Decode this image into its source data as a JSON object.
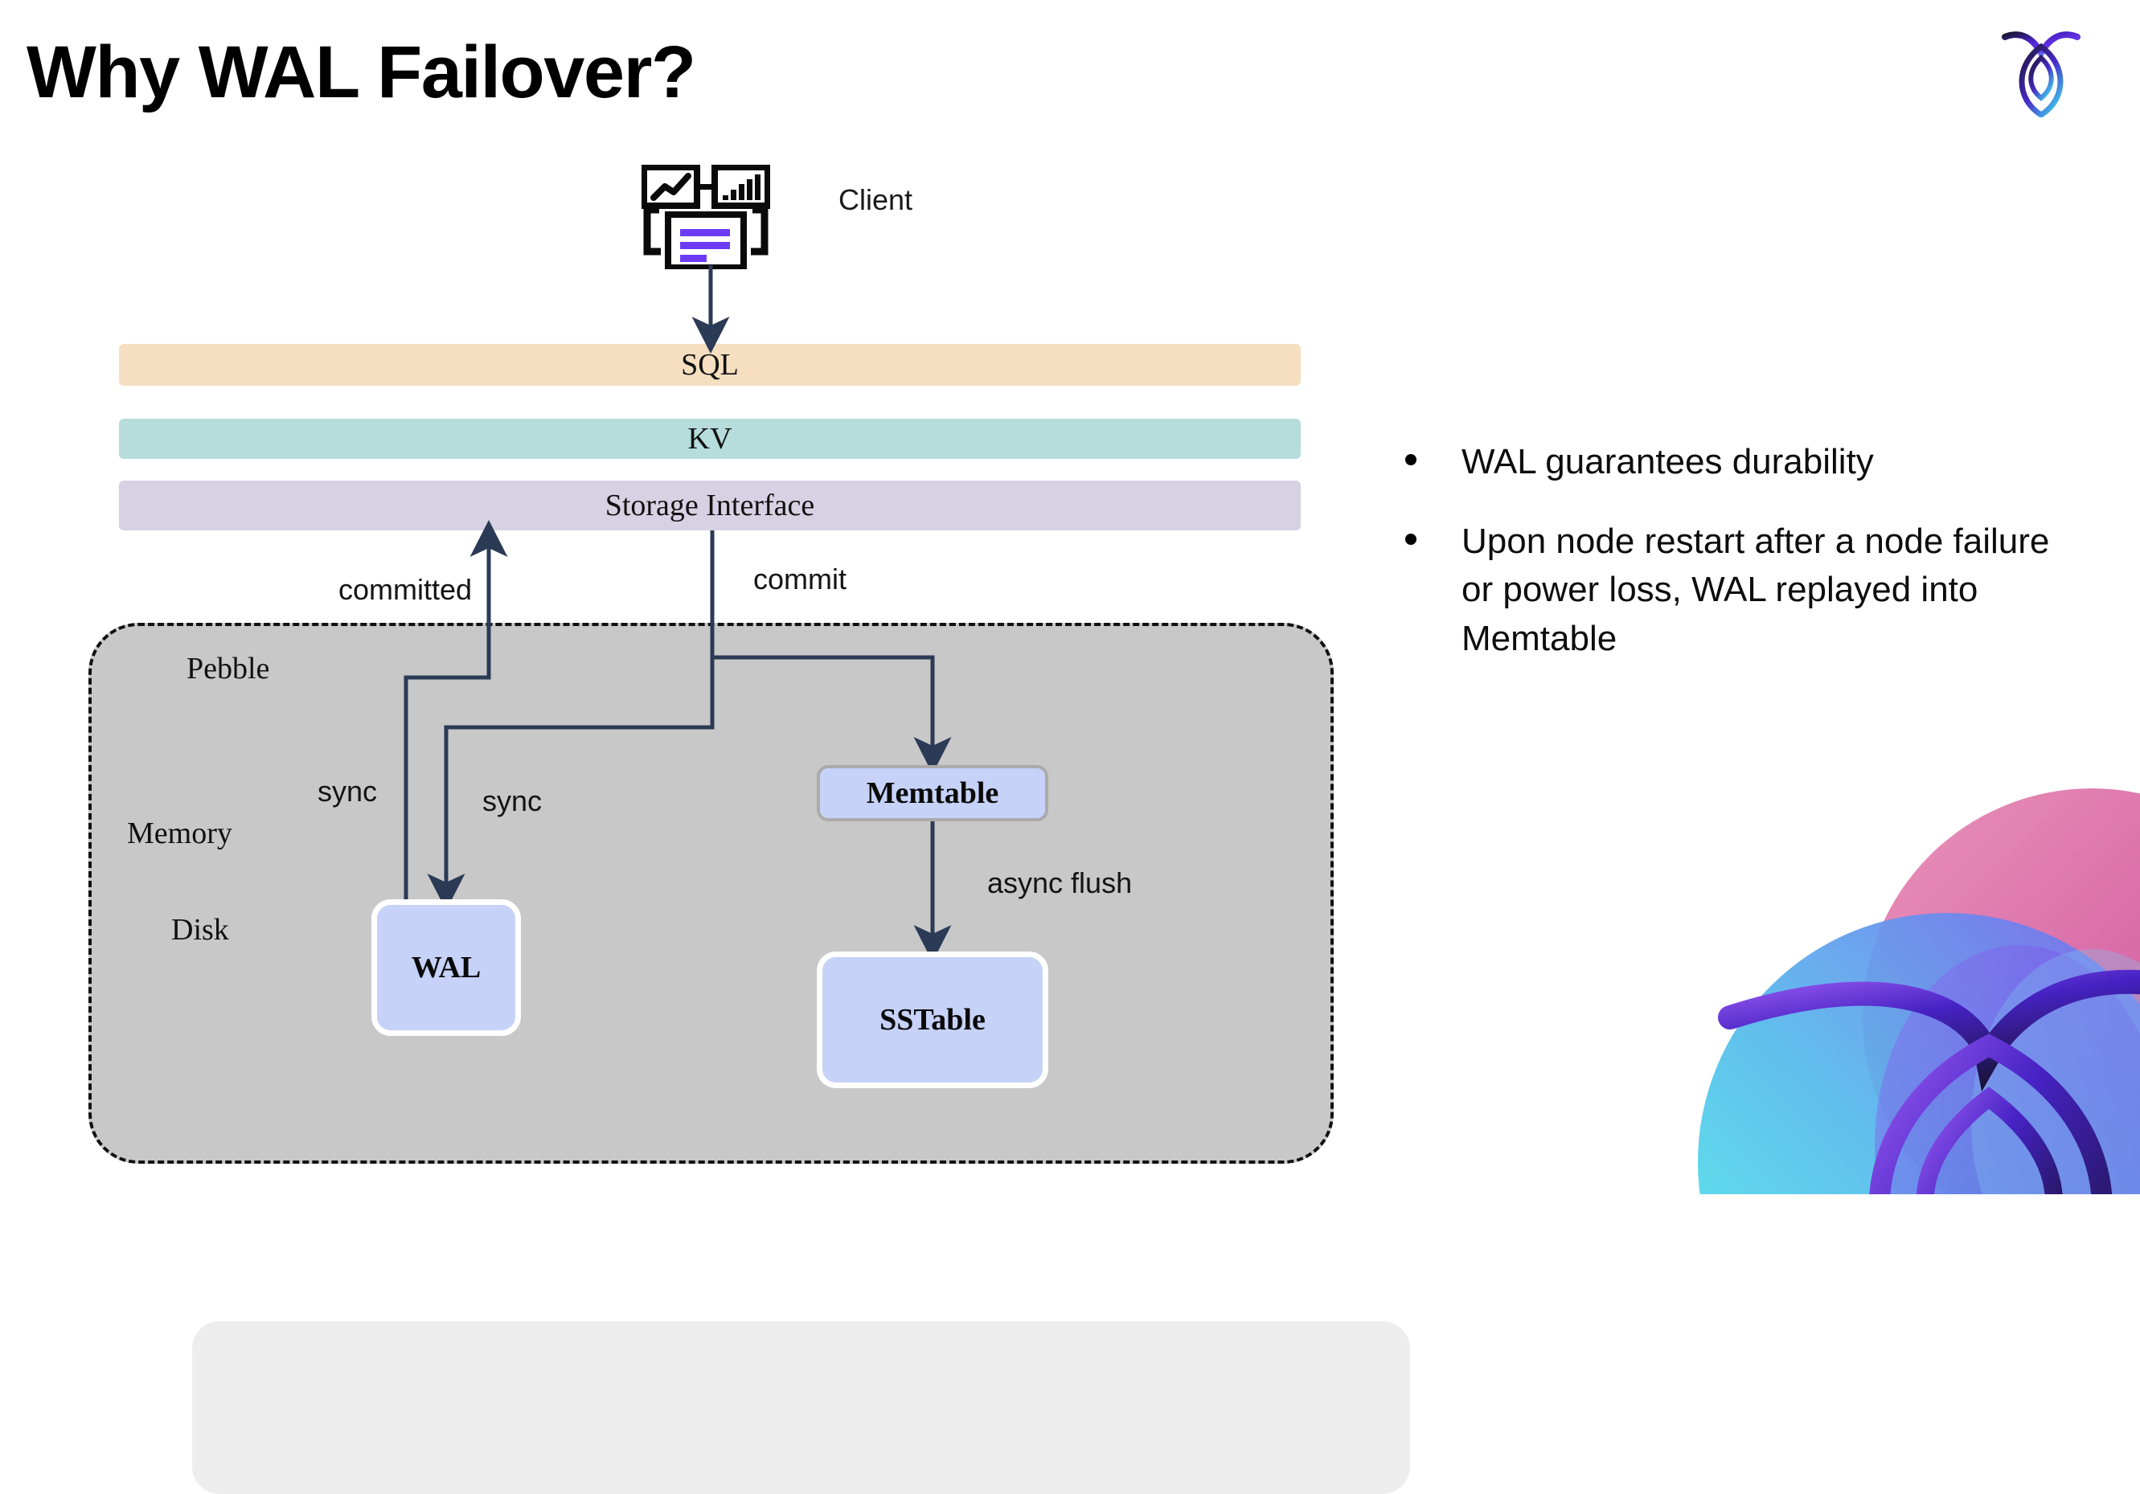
{
  "slide": {
    "title": "Why WAL Failover?",
    "brand_logo_name": "cockroachdb-logo"
  },
  "colors": {
    "sql_bar": "#F5DFC0",
    "kv_bar": "#B6DCDC",
    "storage_interface_bar": "#D6D2E4",
    "pebble_container": "#C8C8C8",
    "memory_panel": "#EDEDED",
    "node_fill": "#C6D2F8",
    "arrow": "#2B3A55",
    "client_icon_accent": "#6C3CF5",
    "title_text": "#000000"
  },
  "diagram": {
    "client": {
      "label": "Client",
      "icon_name": "client-dashboard-icon"
    },
    "layers": [
      {
        "label": "SQL",
        "color": "#F5DFC0"
      },
      {
        "label": "KV",
        "color": "#B6DCDC"
      },
      {
        "label": "Storage Interface",
        "color": "#D6D2E4"
      }
    ],
    "container": {
      "label": "Pebble",
      "regions": [
        {
          "label": "Memory"
        },
        {
          "label": "Disk"
        }
      ]
    },
    "nodes": [
      {
        "id": "memtable",
        "label": "Memtable"
      },
      {
        "id": "wal",
        "label": "WAL"
      },
      {
        "id": "sstable",
        "label": "SSTable"
      }
    ],
    "edges": [
      {
        "id": "client-to-sql",
        "label": ""
      },
      {
        "id": "committed",
        "label": "committed"
      },
      {
        "id": "commit",
        "label": "commit"
      },
      {
        "id": "sync-left",
        "label": "sync"
      },
      {
        "id": "sync-right",
        "label": "sync"
      },
      {
        "id": "async-flush",
        "label": "async flush"
      }
    ]
  },
  "bullets": [
    "WAL guarantees durability",
    "Upon node restart after a node failure or power loss, WAL replayed into Memtable"
  ]
}
